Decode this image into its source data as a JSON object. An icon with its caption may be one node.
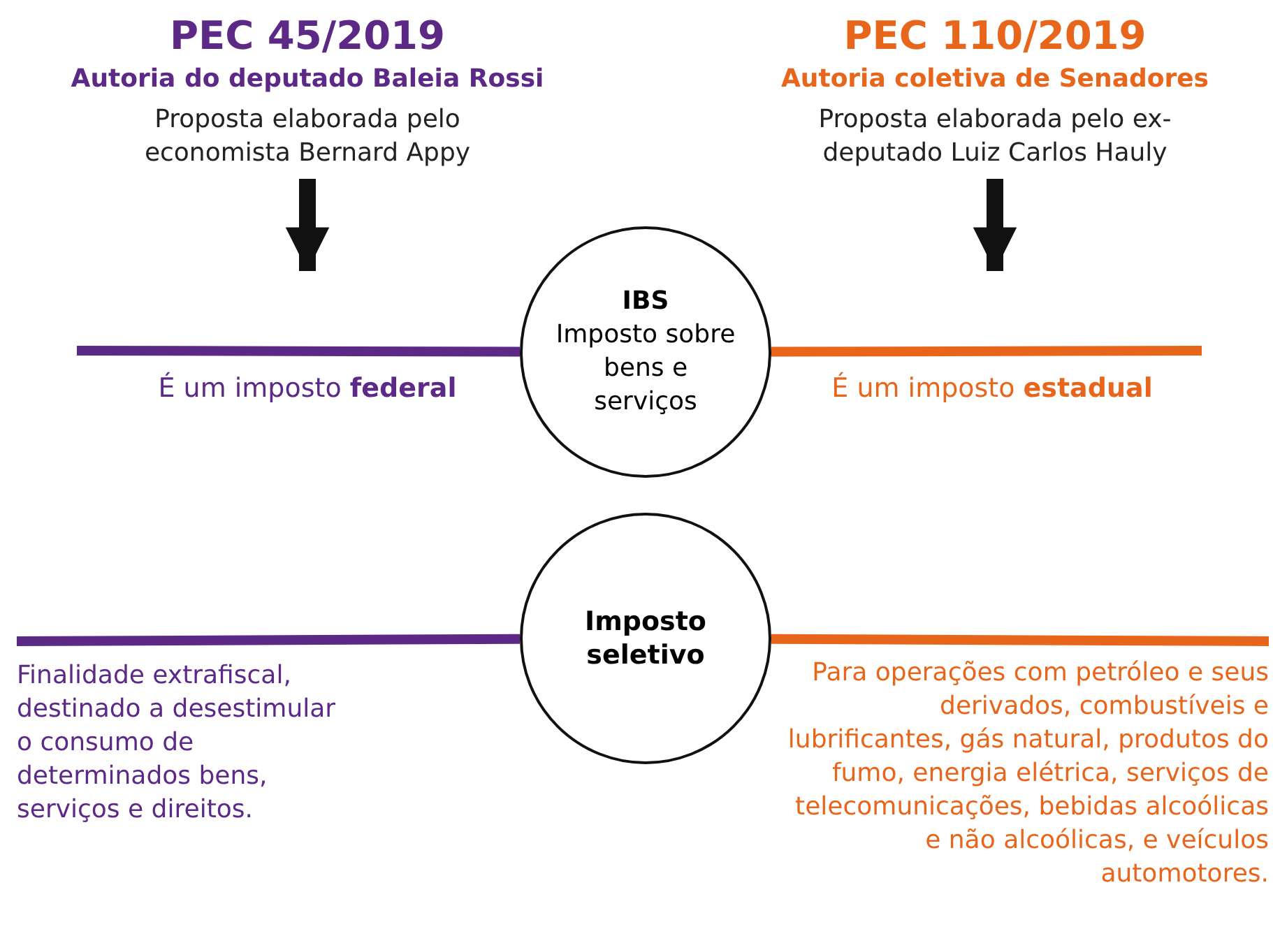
{
  "diagram": {
    "nodes": [
      {
        "text": [
          "PEC 45/2019",
          "Autoria do deputado Baleia Rossi",
          "Proposta elaborada pelo economista Bernard Appy"
        ]
      },
      {
        "text": [
          "PEC 110/2019",
          "Autoria coletiva de Senadores",
          "Proposta elaborada pelo ex-deputado Luiz Carlos Hauly"
        ]
      },
      {
        "text": [
          "IBS",
          "Imposto sobre bens e serviços"
        ]
      },
      {
        "text": [
          "Imposto seletivo"
        ]
      }
    ],
    "edges": [
      {
        "from": null,
        "to": 2,
        "arrow": "none",
        "color": "#5c2a86"
      },
      {
        "from": 2,
        "to": null,
        "arrow": "none",
        "color": "#e8661c"
      },
      {
        "from": null,
        "to": 3,
        "arrow": "none",
        "color": "#5c2a86"
      },
      {
        "from": 3,
        "to": null,
        "arrow": "none",
        "color": "#e8661c"
      },
      {
        "from": 0,
        "to": null,
        "arrow": "to",
        "color": "#111111"
      },
      {
        "from": 1,
        "to": null,
        "arrow": "to",
        "color": "#111111"
      }
    ],
    "labels": [
      "É um imposto **federal**",
      "É um imposto **estadual**",
      "Finalidade extrafiscal, destinado a desestimular o consumo de determinados bens, serviços e direitos.",
      "Para operações com petróleo e seus derivados, combustíveis e lubrificantes, gás natural, produtos do fumo, energia elétrica, serviços de telecomunicações, bebidas alcoólicas e não alcoólicas, e veículos automotores."
    ]
  }
}
